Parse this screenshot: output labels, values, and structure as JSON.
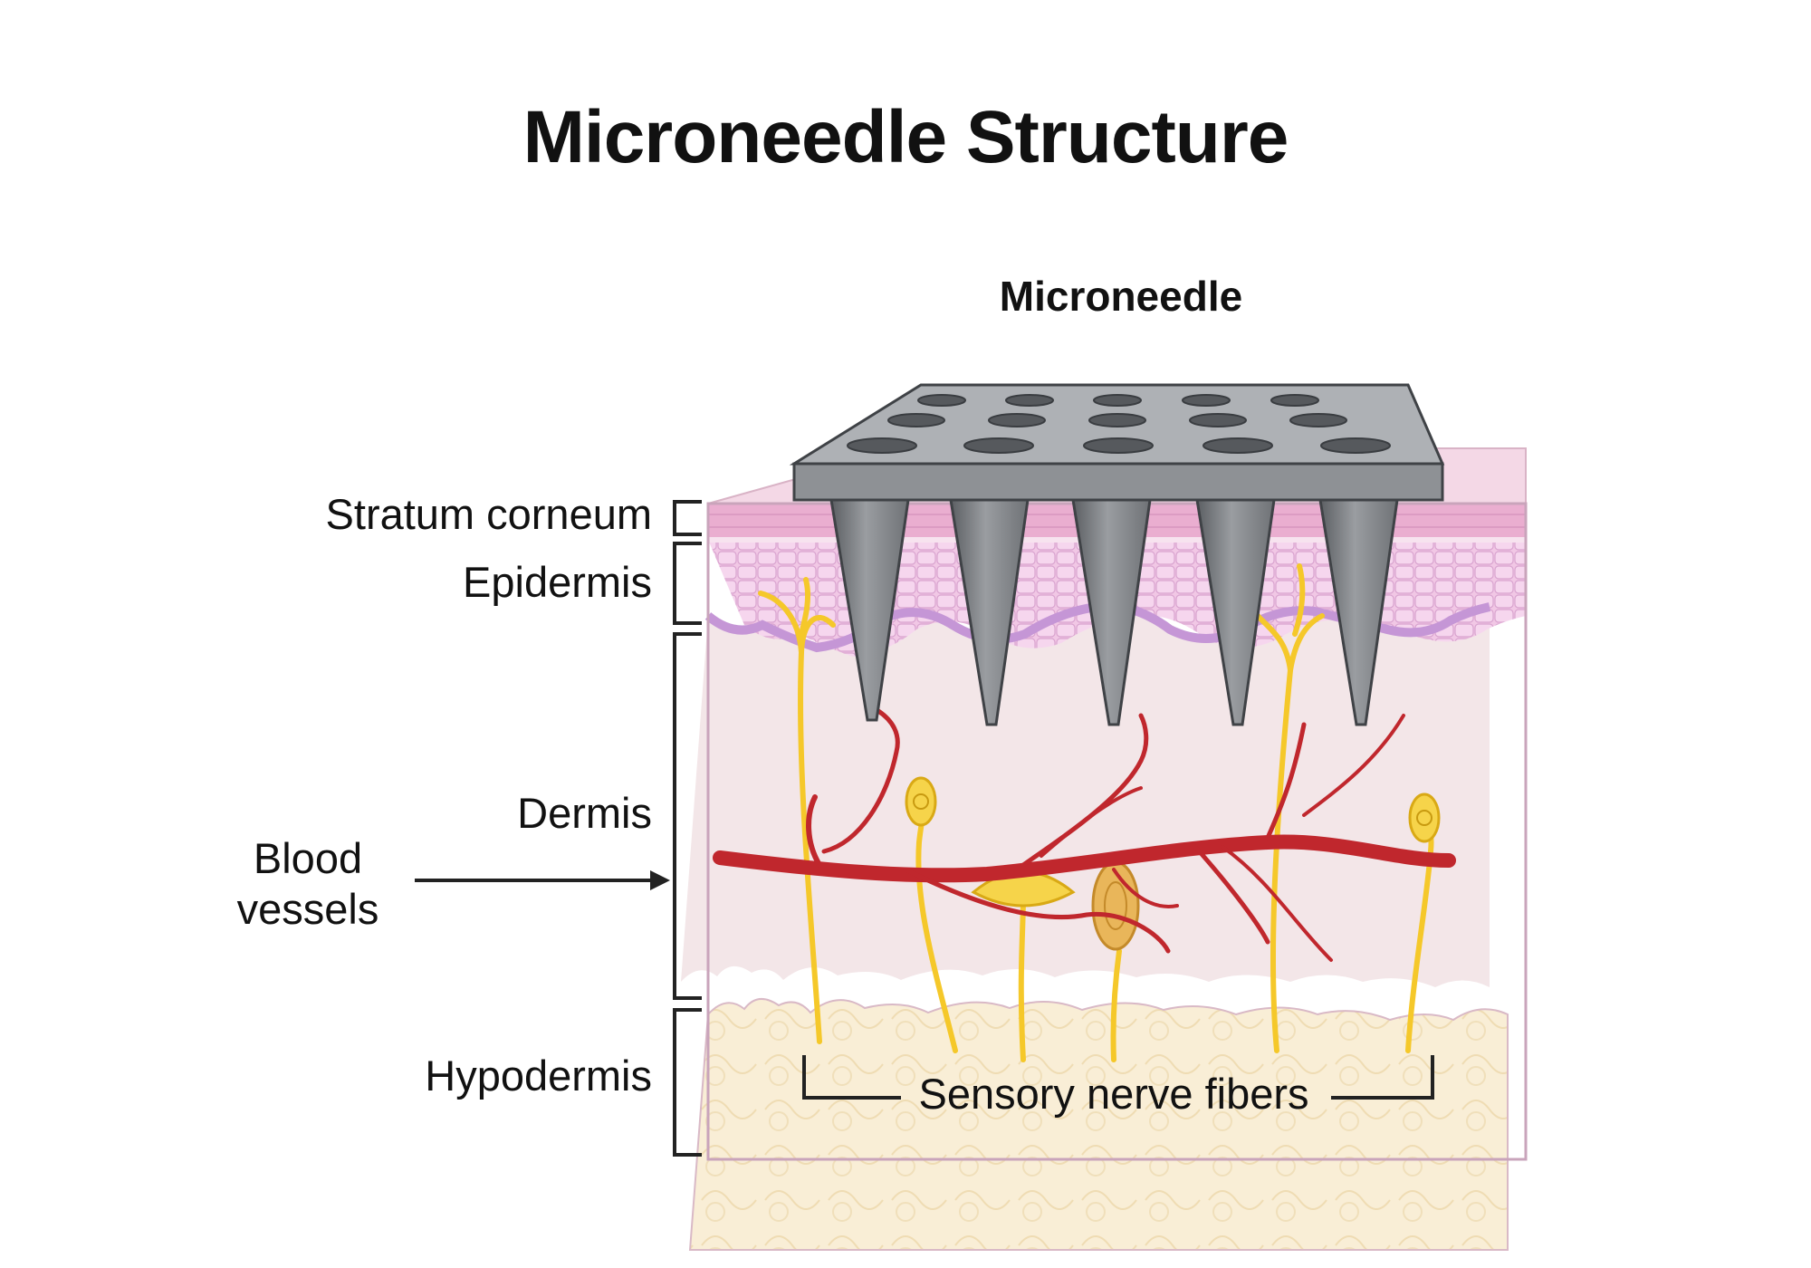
{
  "title": "Microneedle Structure",
  "labels": {
    "microneedle": "Microneedle",
    "stratum_corneum": "Stratum corneum",
    "epidermis": "Epidermis",
    "dermis": "Dermis",
    "hypodermis": "Hypodermis",
    "blood_vessels_line1": "Blood",
    "blood_vessels_line2": "vessels",
    "sensory_nerve_fibers": "Sensory nerve fibers"
  },
  "colors": {
    "stratum": "#eaaed0",
    "epidermis": "#f0c2e2",
    "epidermis_base": "#c9a0d8",
    "dermis": "#f3e6e8",
    "hypodermis": "#f8ecd2",
    "needle": "#8a8d91",
    "vessel": "#c0272d",
    "nerve": "#f5c82a"
  }
}
